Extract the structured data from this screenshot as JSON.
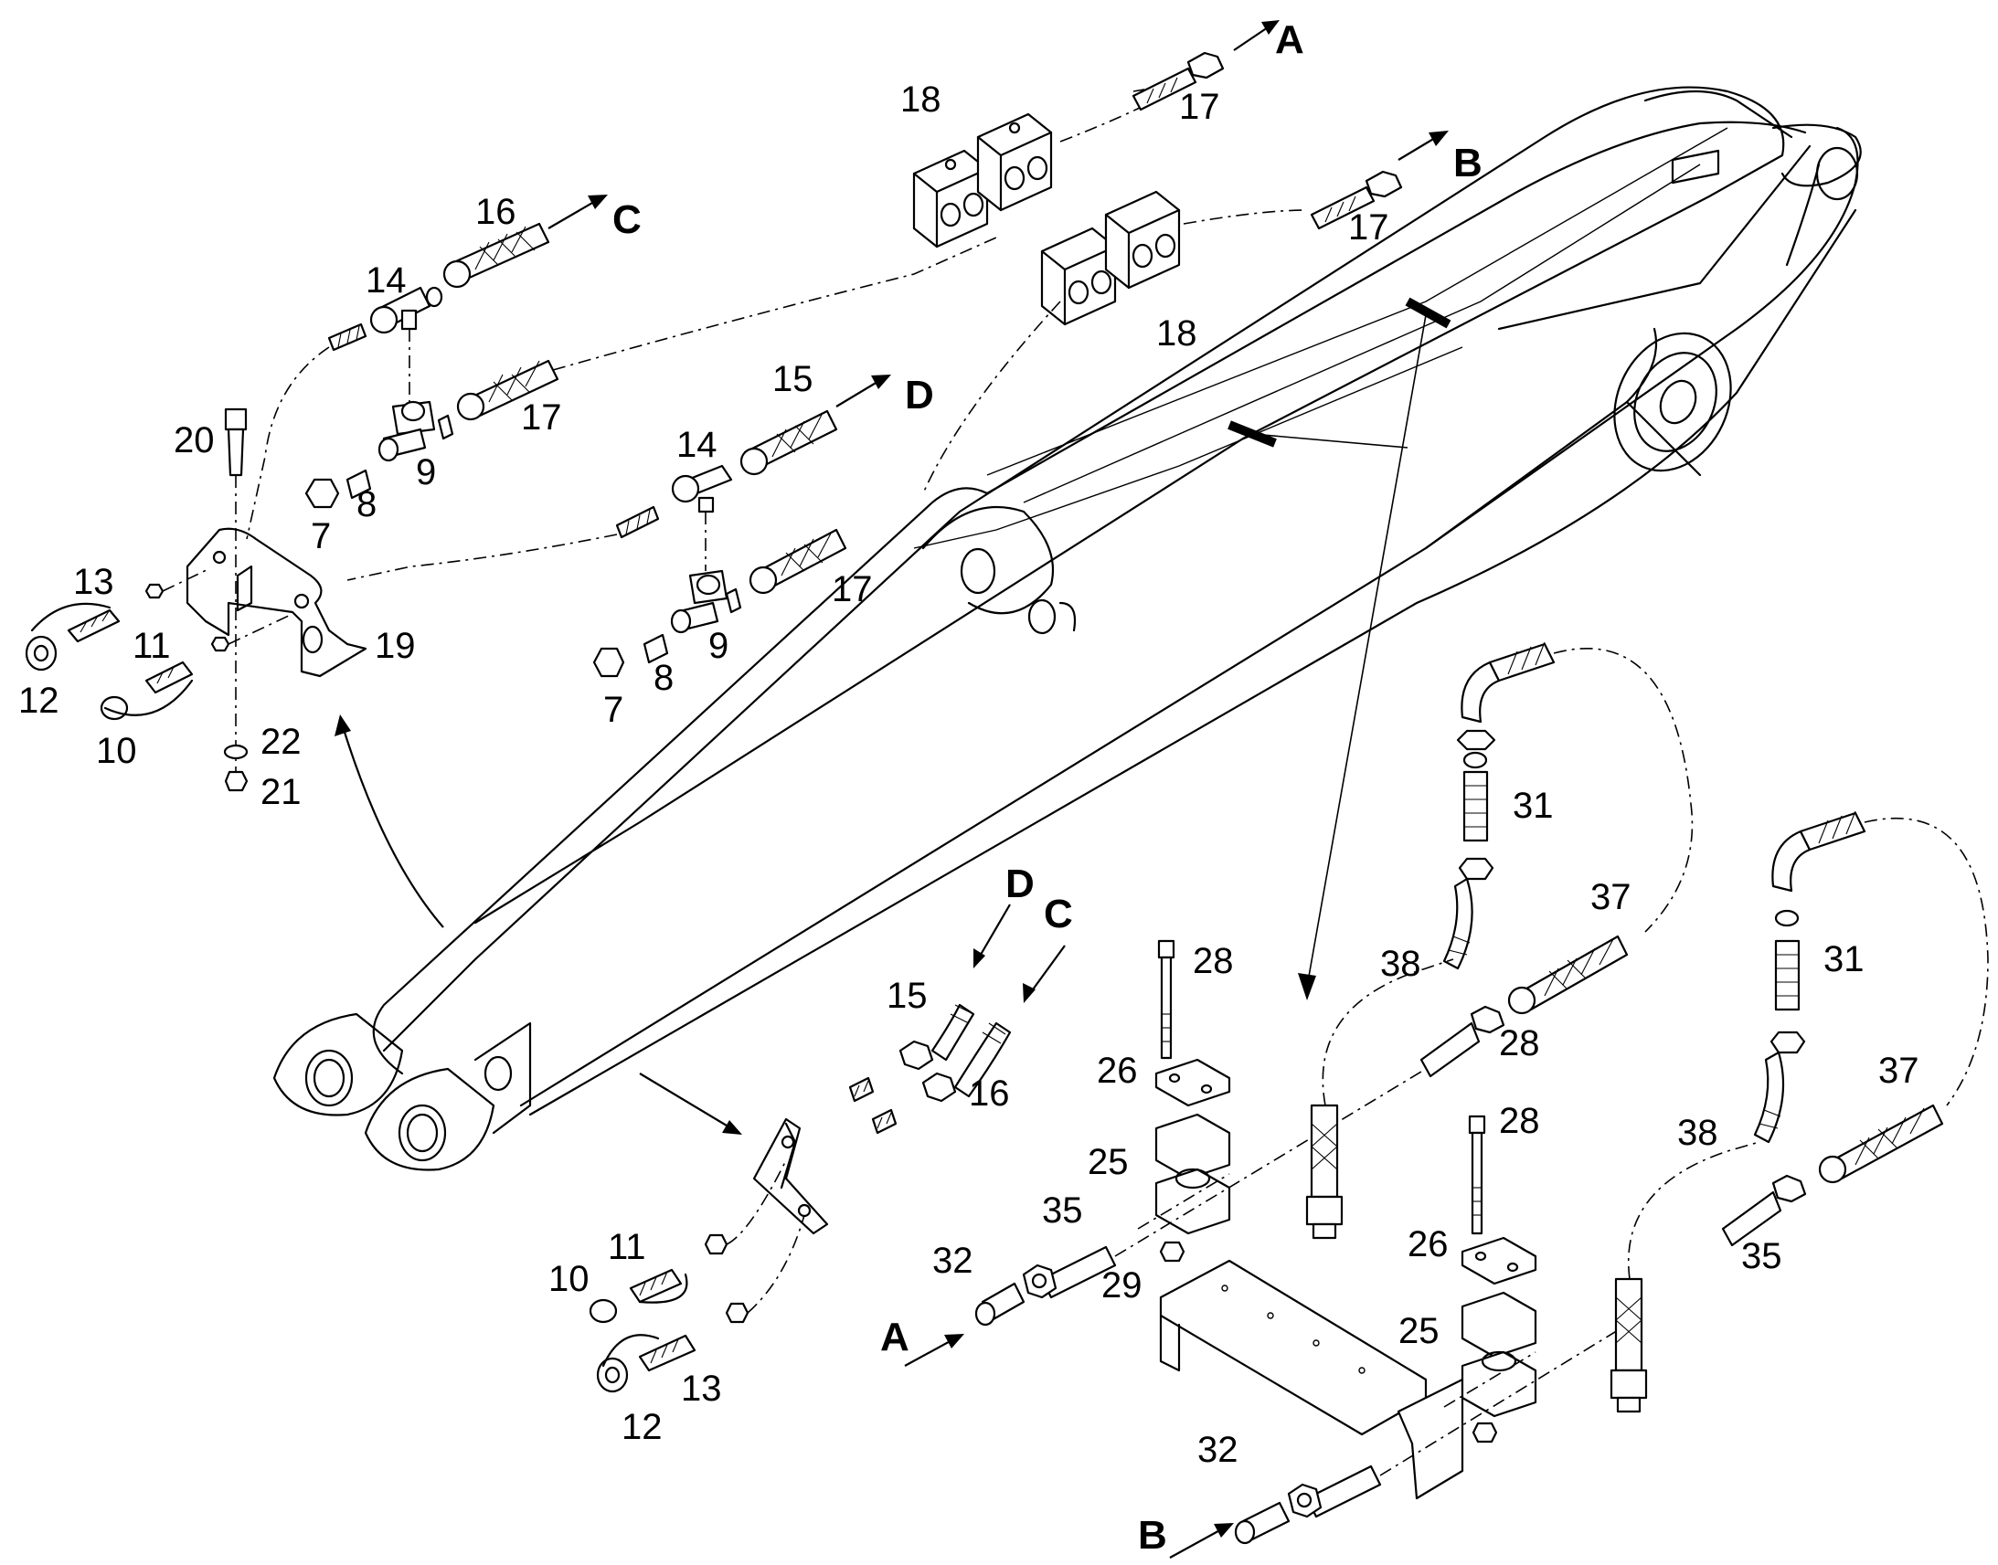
{
  "parts": {
    "p7a": "7",
    "p8a": "8",
    "p9a": "9",
    "p14a": "14",
    "p16a": "16",
    "p17a": "17",
    "p20": "20",
    "p13a": "13",
    "p11a": "11",
    "p12a": "12",
    "p10a": "10",
    "p22": "22",
    "p21": "21",
    "p19": "19",
    "p18a": "18",
    "p17b": "17",
    "p17c": "17",
    "p18b": "18",
    "p15a": "15",
    "p14b": "14",
    "p17d": "17",
    "p9b": "9",
    "p7b": "7",
    "p8b": "8",
    "p31a": "31",
    "p37a": "37",
    "p38a": "38",
    "p28a": "28",
    "p28b": "28",
    "p26a": "26",
    "p25a": "25",
    "p35a": "35",
    "p32a": "32",
    "p29": "29",
    "p28c": "28",
    "p26b": "26",
    "p25b": "25",
    "p32b": "32",
    "p31b": "31",
    "p37b": "37",
    "p38b": "38",
    "p35b": "35",
    "p15b": "15",
    "p16b": "16",
    "p11b": "11",
    "p10b": "10",
    "p12b": "12",
    "p13b": "13"
  },
  "ports": {
    "a_top": "A",
    "b_top": "B",
    "c_top": "C",
    "d_mid": "D",
    "d_low": "D",
    "c_low": "C",
    "a_bot": "A",
    "b_bot": "B"
  }
}
